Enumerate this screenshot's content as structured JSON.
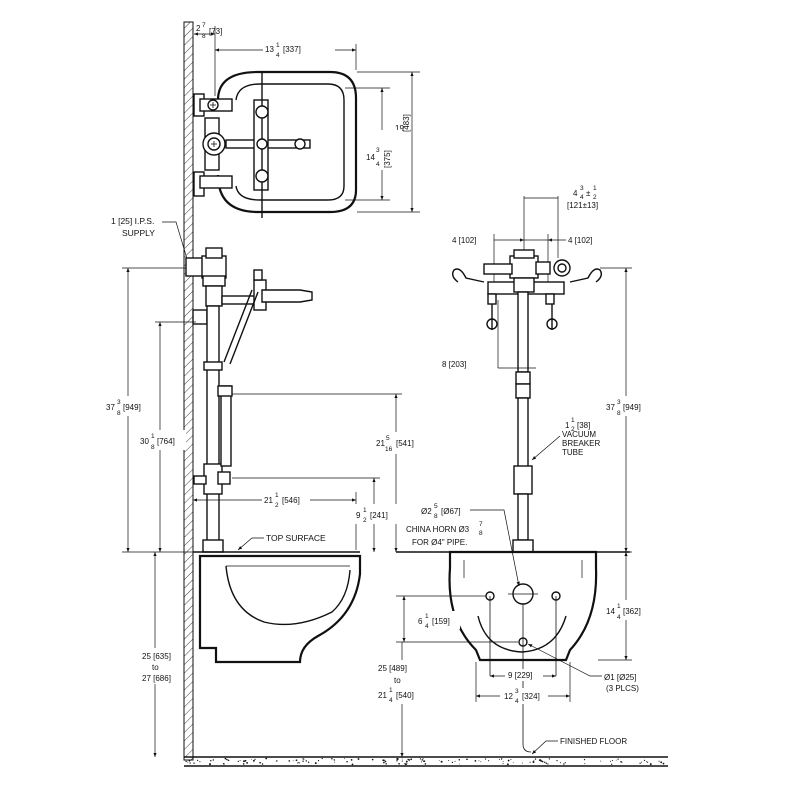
{
  "top_view": {
    "dim_wall_offset": {
      "whole": "2",
      "num": "7",
      "den": "8",
      "metric": "[73]"
    },
    "dim_width": {
      "whole": "13",
      "num": "1",
      "den": "4",
      "metric": "[337]"
    },
    "dim_depth": {
      "whole": "19",
      "metric": "[483]"
    },
    "dim_inner_depth": {
      "whole": "14",
      "num": "3",
      "den": "4",
      "metric": "[375]"
    }
  },
  "side_view": {
    "supply_label_1": "1 [25] I.P.S.",
    "supply_label_2": "SUPPLY",
    "dim_total_height": {
      "whole": "37",
      "num": "3",
      "den": "8",
      "metric": "[949]"
    },
    "dim_valve_height": {
      "whole": "30",
      "num": "1",
      "den": "8",
      "metric": "[764]"
    },
    "dim_handle_height": {
      "whole": "21",
      "num": "5",
      "den": "16",
      "metric": "[541]"
    },
    "dim_projection": {
      "whole": "21",
      "num": "1",
      "den": "2",
      "metric": "[546]"
    },
    "dim_vb_height": {
      "whole": "9",
      "num": "1",
      "den": "2",
      "metric": "[241]"
    },
    "top_surface": "TOP SURFACE",
    "rim_height": {
      "line1": "25 [635]",
      "line2": "to",
      "line3": "27 [686]"
    }
  },
  "front_view": {
    "dim_spread": {
      "whole": "4",
      "num": "3",
      "den": "4",
      "extra_num": "1",
      "extra_den": "2",
      "metric": "[121±13]"
    },
    "dim_left_4": "4  [102]",
    "dim_right_4": "4  [102]",
    "dim_8": "8  [203]",
    "vacuum_label": {
      "whole": "1",
      "num": "1",
      "den": "2",
      "metric": "[38]",
      "line2": "VACUUM",
      "line3": "BREAKER",
      "line4": "TUBE"
    },
    "dim_total_height": {
      "whole": "37",
      "num": "3",
      "den": "8",
      "metric": "[949]"
    },
    "horn_dim": {
      "prefix": "Ø2",
      "num": "5",
      "den": "8",
      "metric": "[Ø67]"
    },
    "horn_label": {
      "line1": "CHINA HORN Ø3",
      "num": "7",
      "den": "8",
      "line2": "FOR Ø4\" PIPE."
    },
    "dim_bowl_height": {
      "whole": "14",
      "num": "1",
      "den": "4",
      "metric": "[362]"
    },
    "dim_hole_drop": {
      "whole": "6",
      "num": "1",
      "den": "4",
      "metric": "[159]"
    },
    "rim_height": {
      "line1": "25  [489]",
      "line2": "to",
      "whole": "21",
      "num": "1",
      "den": "4",
      "metric": "[540]"
    },
    "dim_hole_spacing": "9 [229]",
    "dim_width": {
      "whole": "12",
      "num": "3",
      "den": "4",
      "metric": "[324]"
    },
    "hole_label": {
      "line1": "Ø1 [Ø25]",
      "line2": "(3 PLCS)"
    }
  },
  "floor_label": "FINISHED FLOOR"
}
